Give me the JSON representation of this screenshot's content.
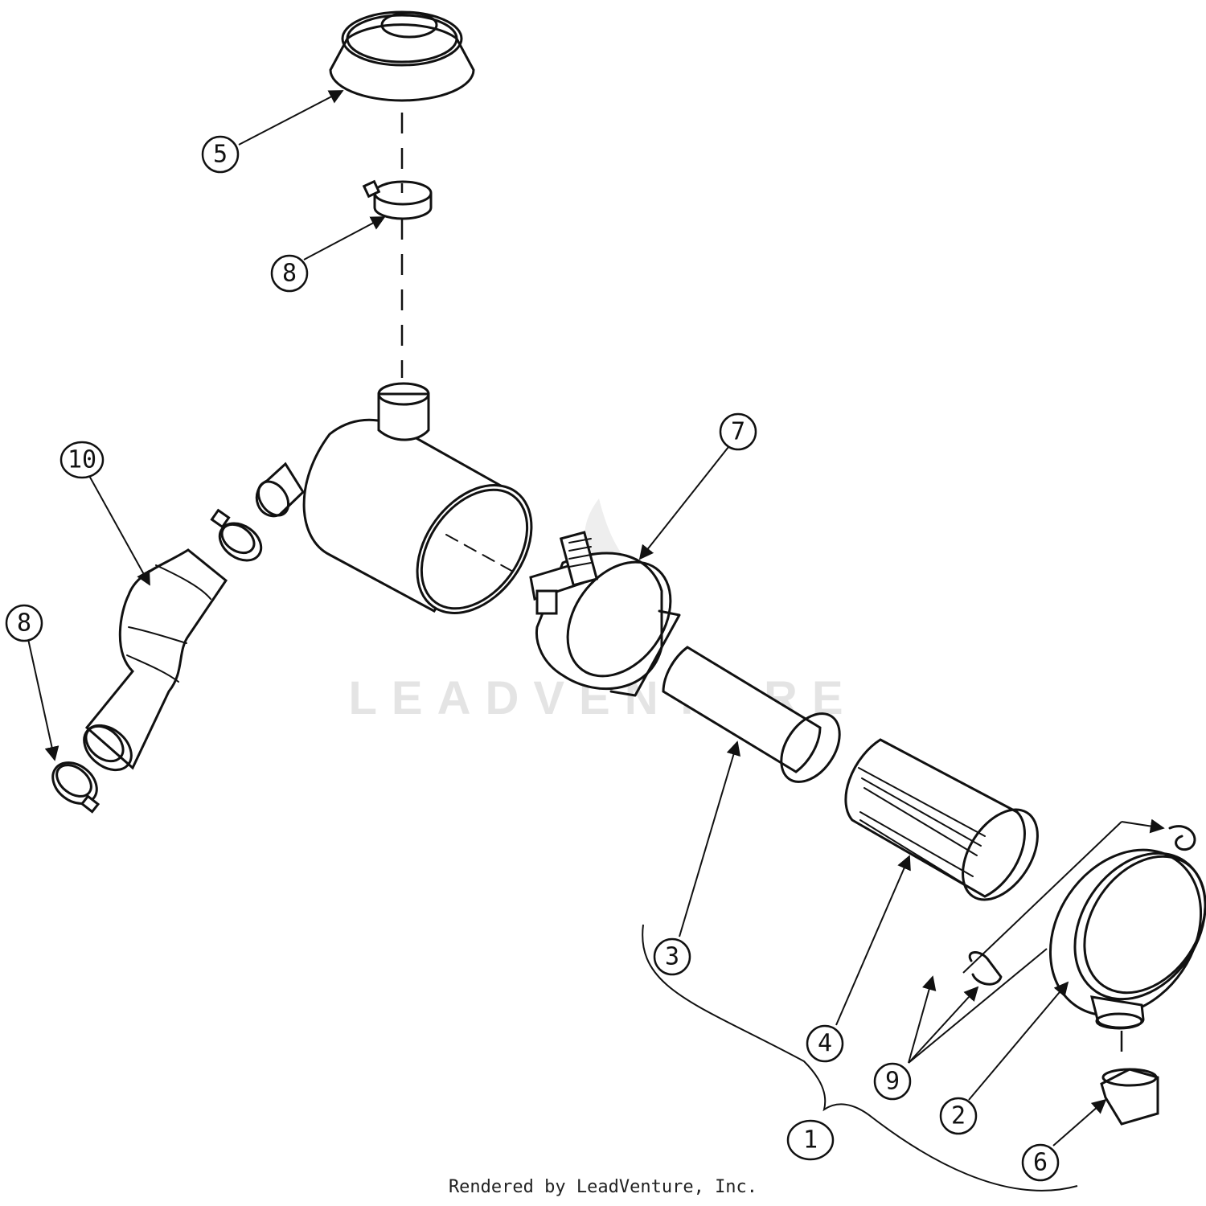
{
  "watermark": "LEADVENTURE",
  "footer": "Rendered by LeadVenture, Inc.",
  "callouts": [
    "1",
    "2",
    "3",
    "4",
    "5",
    "6",
    "7",
    "8",
    "8",
    "9",
    "10"
  ]
}
